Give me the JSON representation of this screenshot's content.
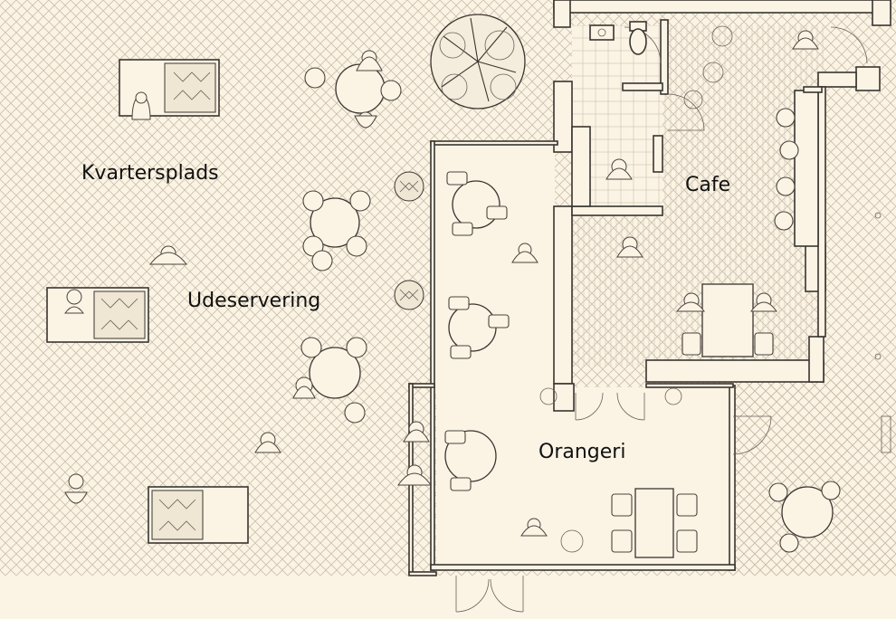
{
  "labels": {
    "kvartersplads": "Kvartersplads",
    "udeservering": "Udeservering",
    "cafe": "Cafe",
    "orangeri": "Orangeri"
  },
  "colors": {
    "background": "#fbf3e4",
    "line": "#3a3530",
    "hatch": "#c9bda8"
  }
}
